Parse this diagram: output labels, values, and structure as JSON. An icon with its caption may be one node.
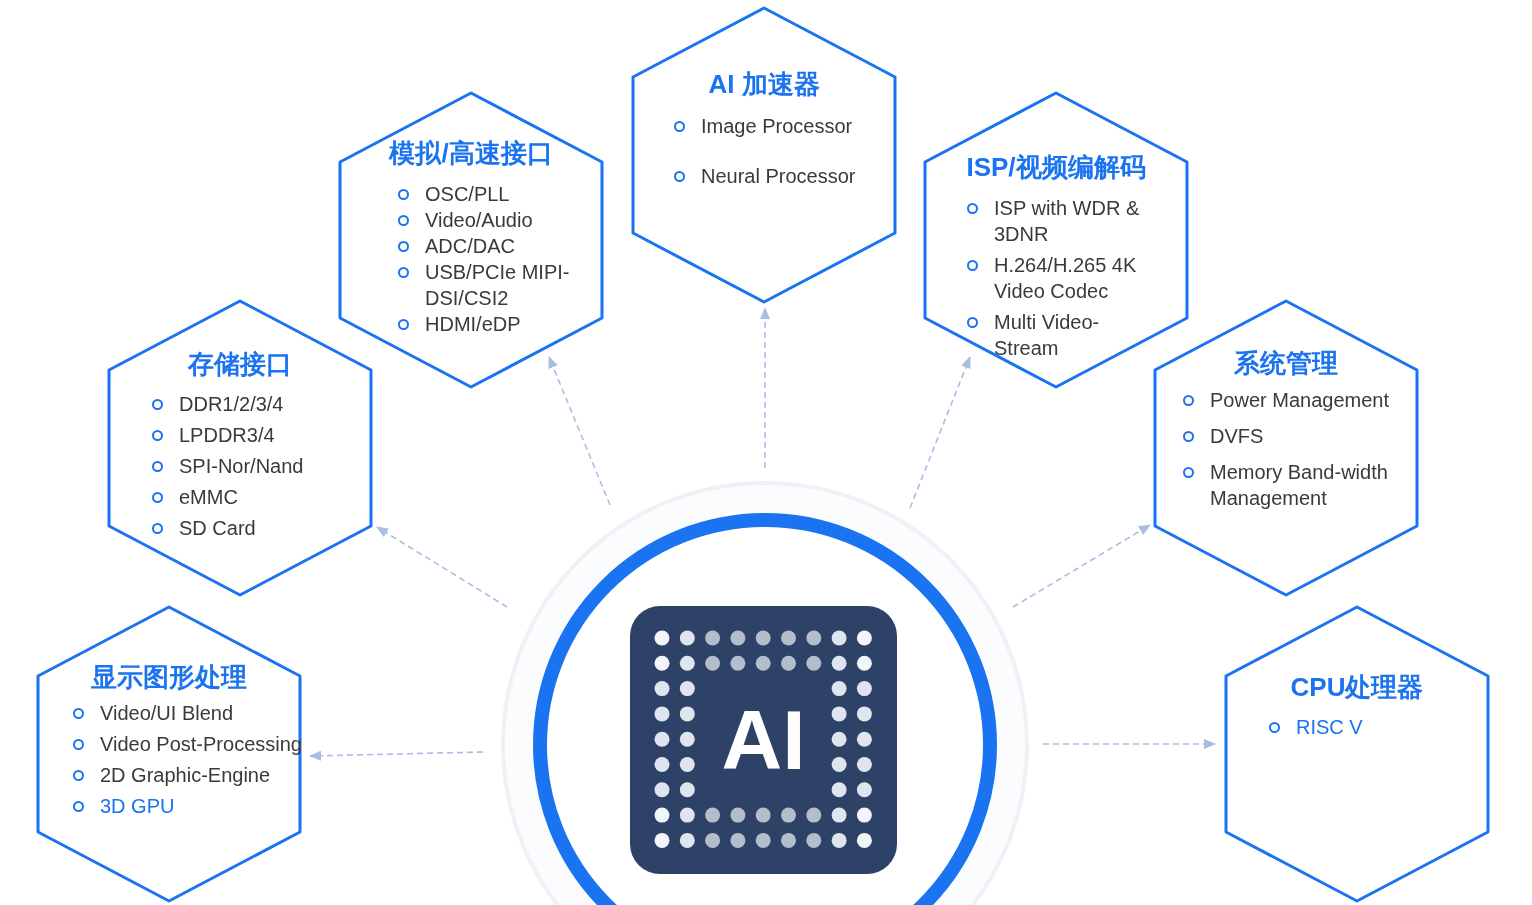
{
  "diagram": {
    "nodes": [
      {
        "text": [
          "AI 加速器",
          "Image Processor",
          "Neural Processor"
        ]
      },
      {
        "text": [
          "模拟/高速接口",
          "OSC/PLL",
          "Video/Audio",
          "ADC/DAC",
          "USB/PCIe MIPI-DSI/CSI2",
          "HDMI/eDP"
        ]
      },
      {
        "text": [
          "ISP/视频编解码",
          "ISP with WDR & 3DNR",
          "H.264/H.265 4K Video Codec",
          "Multi Video-Stream"
        ]
      },
      {
        "text": [
          "存储接口",
          "DDR1/2/3/4",
          "LPDDR3/4",
          "SPI-Nor/Nand",
          "eMMC",
          "SD Card"
        ]
      },
      {
        "text": [
          "系统管理",
          "Power Management",
          "DVFS",
          "Memory Band-width Management"
        ]
      },
      {
        "text": [
          "显示图形处理",
          "Video/UI Blend",
          "Video Post-Processing",
          "2D Graphic-Engine",
          "3D GPU"
        ]
      },
      {
        "text": [
          "CPU处理器",
          "RISC V"
        ]
      },
      {
        "text": [
          "AI"
        ]
      }
    ],
    "edges": [
      {
        "from": 7,
        "to": 0,
        "arrow": "to",
        "style": "dashed"
      },
      {
        "from": 7,
        "to": 1,
        "arrow": "to",
        "style": "dashed"
      },
      {
        "from": 7,
        "to": 2,
        "arrow": "to",
        "style": "dashed"
      },
      {
        "from": 7,
        "to": 3,
        "arrow": "to",
        "style": "dashed"
      },
      {
        "from": 7,
        "to": 4,
        "arrow": "to",
        "style": "dashed"
      },
      {
        "from": 7,
        "to": 5,
        "arrow": "to",
        "style": "dashed"
      },
      {
        "from": 7,
        "to": 6,
        "arrow": "to",
        "style": "dashed"
      }
    ]
  }
}
